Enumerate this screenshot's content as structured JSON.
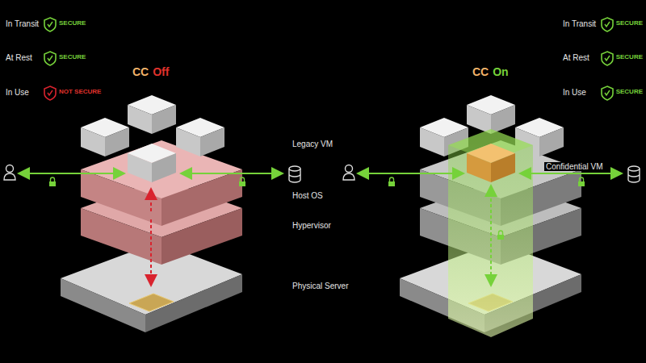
{
  "diagram": {
    "labels": [
      "In Transit",
      "SECURE",
      "At Rest",
      "SECURE",
      "In Use",
      "NOT SECURE",
      "CC",
      "Off",
      "In Transit",
      "SECURE",
      "At Rest",
      "SECURE",
      "In Use",
      "SECURE",
      "CC",
      "On",
      "Legacy VM",
      "Host OS",
      "Hypervisor",
      "Physical Server",
      "Confidential VM"
    ]
  }
}
